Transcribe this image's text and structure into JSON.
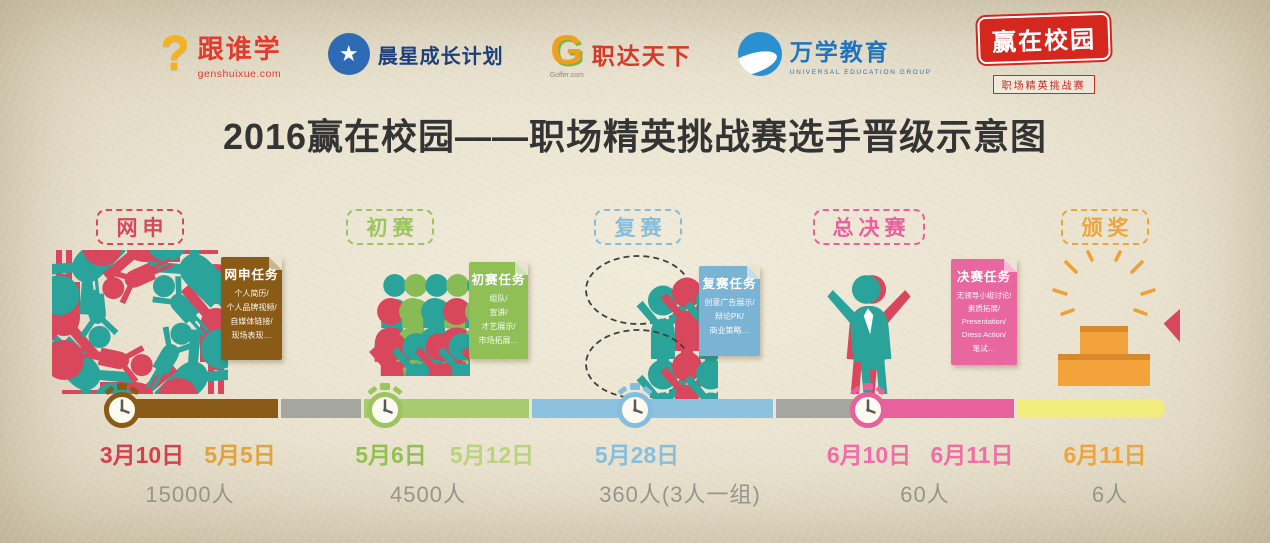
{
  "title": "2016赢在校园——职场精英挑战赛选手晋级示意图",
  "logos": {
    "genshuixue": {
      "mark": "?",
      "name": "跟谁学",
      "sub": "genshuixue.com"
    },
    "chenxing": {
      "mark": "★",
      "name": "晨星成长计划"
    },
    "zhida": {
      "mark": "G",
      "caption": "Goffer.com",
      "name": "职达天下"
    },
    "wanxue": {
      "name": "万学教育",
      "sub": "UNIVERSAL EDUCATION GROUP"
    },
    "yingzaixiaoyuan": {
      "name": "赢在校园",
      "sub": "职场精英挑战赛"
    }
  },
  "stages": [
    {
      "label": "网申",
      "dates": [
        "3月10日",
        "5月5日"
      ],
      "count": "15000人",
      "task": {
        "title": "网申任务",
        "lines": [
          "个人简历/",
          "个人品牌视频/",
          "自媒体链接/",
          "现场表现…"
        ]
      }
    },
    {
      "label": "初赛",
      "dates": [
        "5月6日",
        "5月12日"
      ],
      "count": "4500人",
      "task": {
        "title": "初赛任务",
        "lines": [
          "组队/",
          "宣讲/",
          "才艺展示/",
          "市场拓展…"
        ]
      }
    },
    {
      "label": "复赛",
      "dates": [
        "5月28日"
      ],
      "count": "360人(3人一组)",
      "task": {
        "title": "复赛任务",
        "lines": [
          "创意广告展示/",
          "辩论PK/",
          "商业策略…"
        ]
      }
    },
    {
      "label": "总决赛",
      "dates": [
        "6月10日",
        "6月11日"
      ],
      "count": "60人",
      "task": {
        "title": "决赛任务",
        "lines": [
          "无领导小组讨论/",
          "素质拓展/",
          "Presentation/",
          "Dress Action/",
          "笔试…"
        ]
      }
    },
    {
      "label": "颁奖",
      "dates": [
        "6月11日"
      ],
      "count": "6人"
    }
  ],
  "palette": {
    "stage_apply": "#d6495a",
    "stage_prelim": "#9cc45f",
    "stage_semi": "#85bedd",
    "stage_final": "#e8609c",
    "stage_award": "#eda53e",
    "bar_brown": "#8a5a17",
    "bar_gray": "#a6a6a0",
    "bar_green": "#a9cb70",
    "bar_blue": "#8cc2de",
    "bar_pink": "#e8609c",
    "bar_yellow": "#f3ec7e",
    "figure_red": "#d8475c",
    "figure_teal": "#2aa39b",
    "figure_green": "#88bb55",
    "podium_orange": "#f2a33c",
    "count_gray": "#98948a"
  }
}
